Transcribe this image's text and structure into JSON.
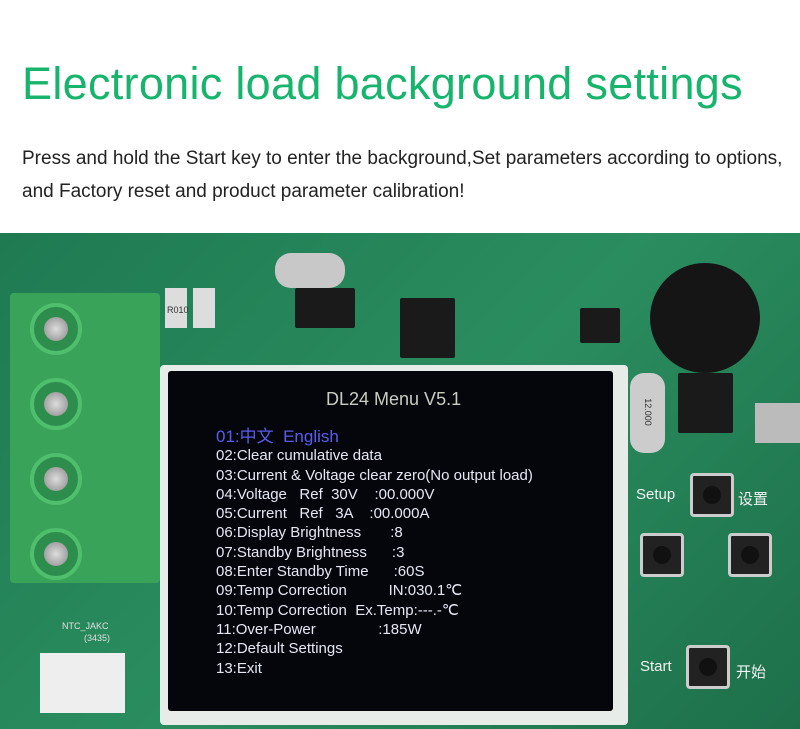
{
  "header": {
    "title": "Electronic load background settings",
    "subtitle": "Press and hold the Start key to enter the background,Set parameters according to options, and Factory reset and product parameter calibration!"
  },
  "board": {
    "setup_label": "Setup",
    "setup_cn": "设置",
    "start_label": "Start",
    "start_cn": "开始",
    "ntc_label": "NTC_JAKC",
    "ntc_value": "(3435)",
    "crystal": "12.000",
    "resistor": "R010"
  },
  "lcd": {
    "title": "DL24 Menu V5.1",
    "rows": [
      "01:中文  English",
      "02:Clear cumulative data",
      "03:Current & Voltage clear zero(No output load)",
      "04:Voltage   Ref  30V    :00.000V",
      "05:Current   Ref   3A    :00.000A",
      "06:Display Brightness       :8",
      "07:Standby Brightness      :3",
      "08:Enter Standby Time      :60S",
      "09:Temp Correction          IN:030.1℃",
      "10:Temp Correction  Ex.Temp:---.-℃",
      "11:Over-Power               :185W",
      "12:Default Settings",
      "13:Exit"
    ]
  }
}
